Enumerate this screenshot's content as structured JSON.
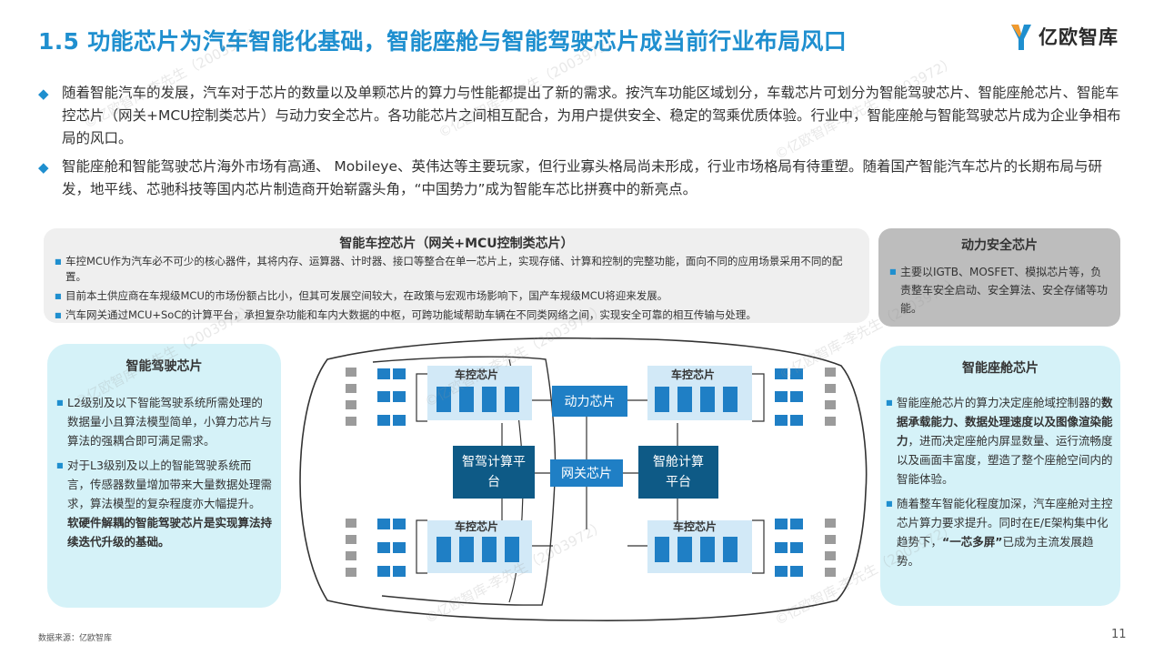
{
  "header": {
    "title": "1.5 功能芯片为汽车智能化基础，智能座舱与智能驾驶芯片成当前行业布局风口",
    "logo_text": "亿欧智库"
  },
  "bullets": [
    "随着智能汽车的发展，汽车对于芯片的数量以及单颗芯片的算力与性能都提出了新的需求。按汽车功能区域划分，车载芯片可划分为智能驾驶芯片、智能座舱芯片、智能车控芯片（网关+MCU控制类芯片）与动力安全芯片。各功能芯片之间相互配合，为用户提供安全、稳定的驾乘优质体验。行业中，智能座舱与智能驾驶芯片成为企业争相布局的风口。",
    "智能座舱和智能驾驶芯片海外市场有高通、 Mobileye、英伟达等主要玩家，但行业寡头格局尚未形成，行业市场格局有待重塑。随着国产智能汽车芯片的长期布局与研发，地平线、芯驰科技等国内芯片制造商开始崭露头角，“中国势力”成为智能车芯比拼赛中的新亮点。"
  ],
  "panels": {
    "vehicle_control": {
      "title": "智能车控芯片（网关+MCU控制类芯片）",
      "items": [
        "车控MCU作为汽车必不可少的核心器件，其将内存、运算器、计时器、接口等整合在单一芯片上，实现存储、计算和控制的完整功能，面向不同的应用场景采用不同的配置。",
        "目前本土供应商在车规级MCU的市场份额占比小，但其可发展空间较大，在政策与宏观市场影响下，国产车规级MCU将迎来发展。",
        "汽车网关通过MCU+SoC的计算平台，承担复杂功能和车内大数据的中枢，可跨功能域帮助车辆在不同类网络之间，实现安全可靠的相互传输与处理。"
      ]
    },
    "power_safety": {
      "title": "动力安全芯片",
      "items": [
        "主要以IGTB、MOSFET、模拟芯片等，负责整车安全启动、安全算法、安全存储等功能。"
      ]
    },
    "driving": {
      "title": "智能驾驶芯片",
      "item1": "L2级别及以下智能驾驶系统所需处理的数据量小且算法模型简单，小算力芯片与算法的强耦合即可满足需求。",
      "item2_normal": "对于L3级别及以上的智能驾驶系统而言，传感器数量增加带来大量数据处理需求，算法模型的复杂程度亦大幅提升。",
      "item2_bold": "软硬件解耦的智能驾驶芯片是实现算法持续迭代升级的基础。"
    },
    "cockpit": {
      "title": "智能座舱芯片",
      "item1_a": "智能座舱芯片的算力决定座舱域控制器的",
      "item1_bold": "数据承载能力、数据处理速度以及图像渲染能力",
      "item1_b": "，进而决定座舱内屏显数量、运行流畅度以及画面丰富度，塑造了整个座舱空间内的智能体验。",
      "item2_a": "随着整车智能化程度加深，汽车座舱对主控芯片算力要求提升。同时在E/E架构集中化趋势下，",
      "item2_bold": "“一芯多屏”",
      "item2_b": "已成为主流发展趋势。"
    }
  },
  "diagram": {
    "ctrl_label": "车控芯片",
    "power_chip": "动力芯片",
    "gateway_chip": "网关芯片",
    "drive_platform": "智驾计算平台",
    "cockpit_platform": "智舱计算平台"
  },
  "watermark": "©亿欧智库-李先生（2003972）",
  "footer": {
    "source": "数据来源：亿欧智库",
    "page": "11"
  },
  "colors": {
    "accent": "#1f8fcf",
    "chip_blue": "#1f7fc5",
    "platform_navy": "#0e5a86",
    "ctrl_bg": "#d2e9f7",
    "cyan_panel": "#d5f2f8",
    "gray_panel": "#bdbdbd",
    "light_panel": "#efefef"
  }
}
